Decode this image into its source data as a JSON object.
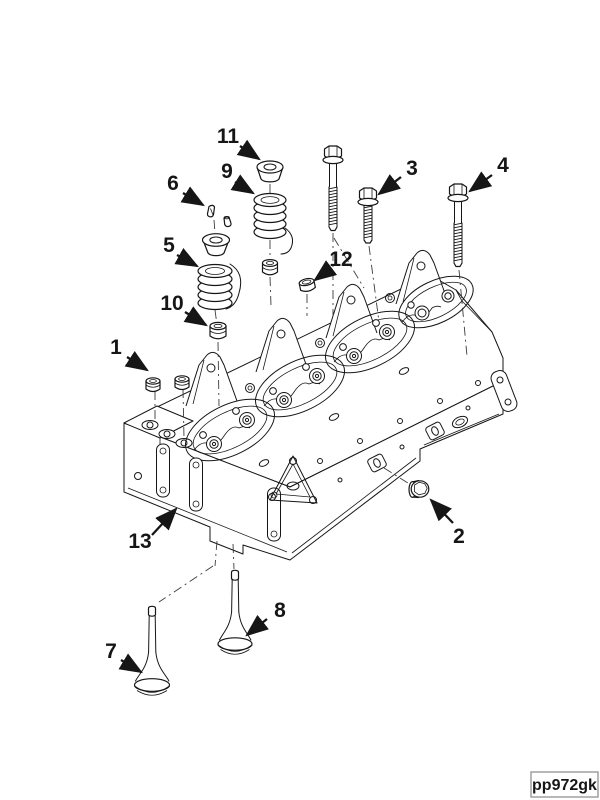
{
  "colors": {
    "ink": "#161616",
    "background": "#ffffff"
  },
  "drawing_code": "pp972gk",
  "callouts": [
    {
      "label": "1"
    },
    {
      "label": "2"
    },
    {
      "label": "3"
    },
    {
      "label": "4"
    },
    {
      "label": "5"
    },
    {
      "label": "6"
    },
    {
      "label": "7"
    },
    {
      "label": "8"
    },
    {
      "label": "9"
    },
    {
      "label": "10"
    },
    {
      "label": "11"
    },
    {
      "label": "12"
    },
    {
      "label": "13"
    }
  ]
}
